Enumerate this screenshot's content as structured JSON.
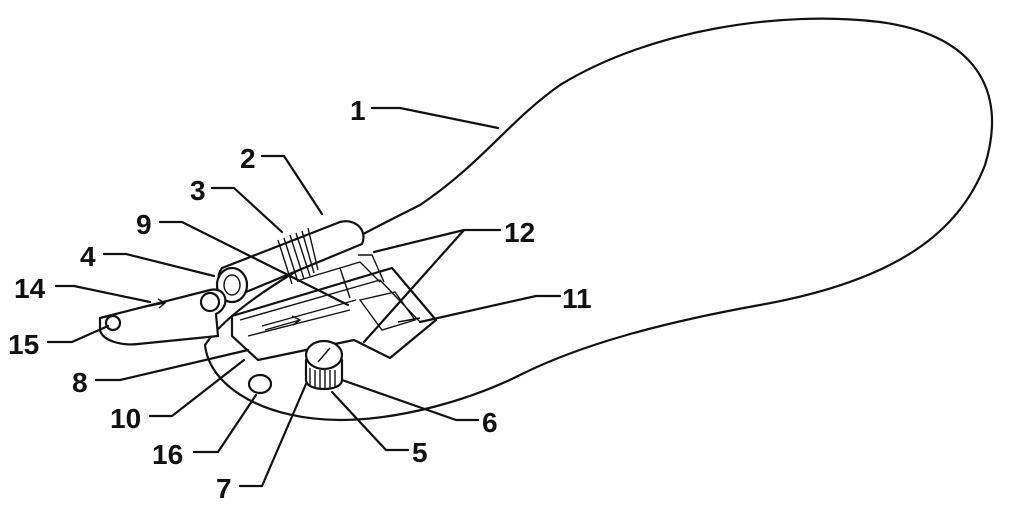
{
  "labels": {
    "l1": "1",
    "l2": "2",
    "l3": "3",
    "l4": "4",
    "l5": "5",
    "l6": "6",
    "l7": "7",
    "l8": "8",
    "l9": "9",
    "l10": "10",
    "l11": "11",
    "l12": "12",
    "l14": "14",
    "l15": "15",
    "l16": "16"
  }
}
